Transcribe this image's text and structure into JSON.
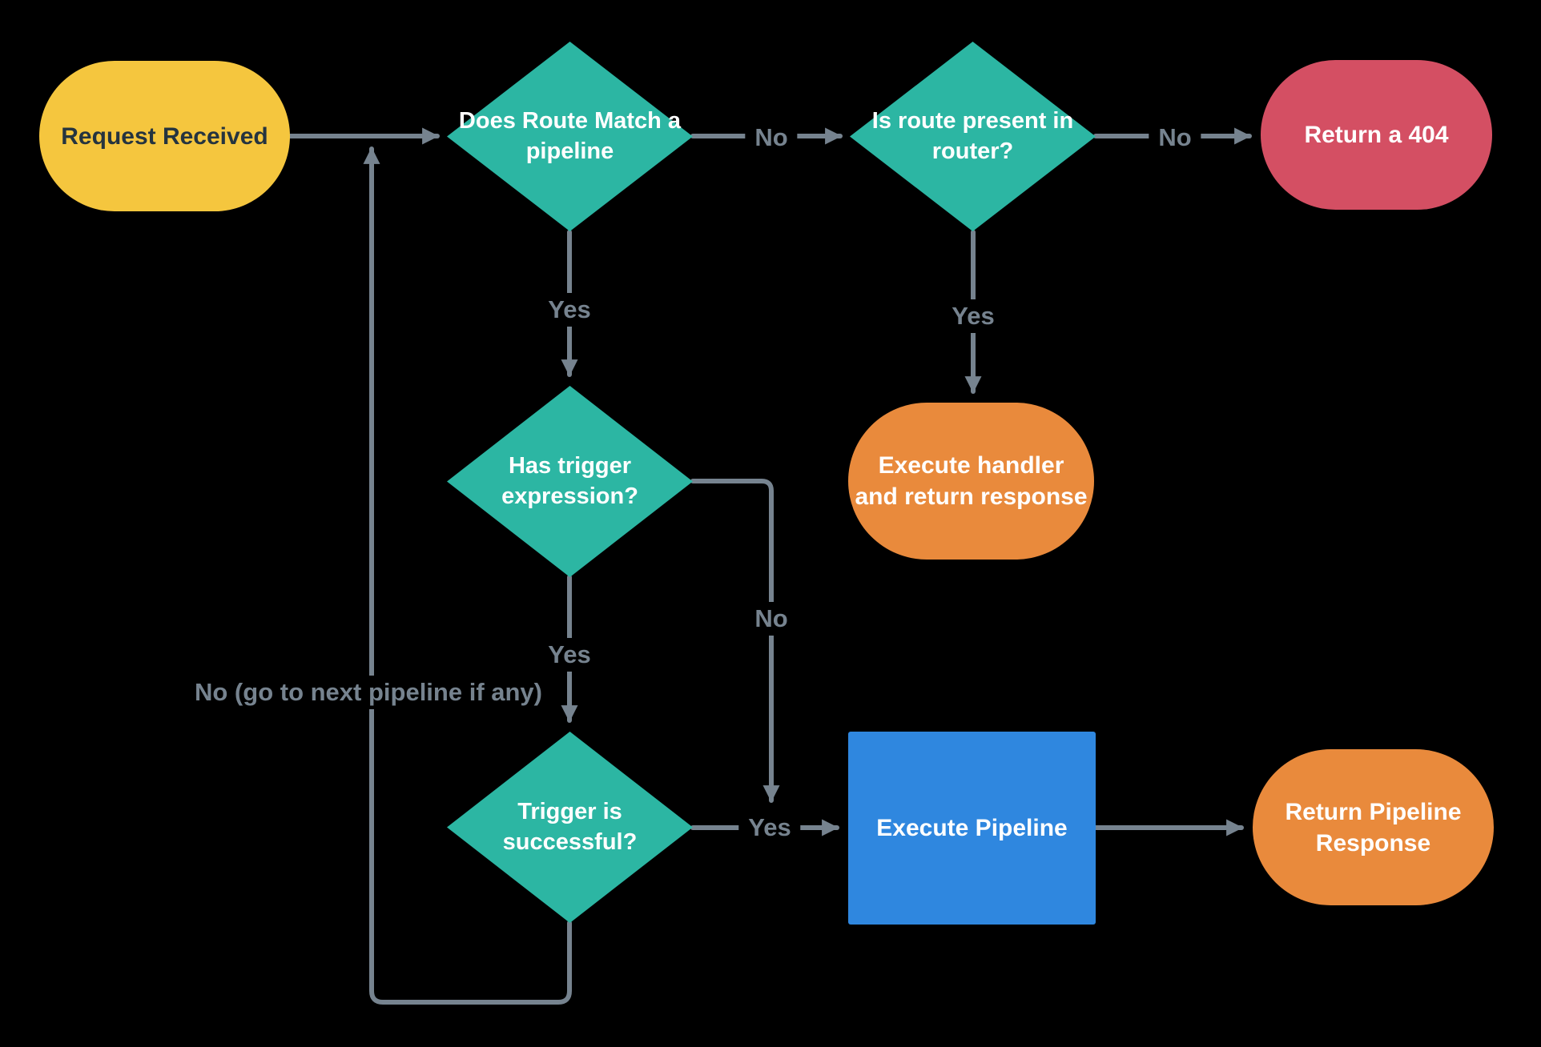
{
  "palette": {
    "background": "#000000",
    "terminator_yellow": "#F5C63E",
    "decision_teal": "#2CB6A3",
    "terminator_red": "#D44F63",
    "terminator_orange": "#E98A3C",
    "process_blue": "#2F87DF",
    "edge_gray": "#76838F",
    "dark_text": "#25343F"
  },
  "nodes": {
    "request_received": {
      "label": "Request Received",
      "shape": "pill",
      "color": "#F5C63E"
    },
    "route_match": {
      "label": "Does Route Match a\npipeline",
      "shape": "diamond",
      "color": "#2CB6A3"
    },
    "route_present": {
      "label": "Is route present in\nrouter?",
      "shape": "diamond",
      "color": "#2CB6A3"
    },
    "return_404": {
      "label": "Return a 404",
      "shape": "pill",
      "color": "#D44F63"
    },
    "has_trigger": {
      "label": "Has trigger\nexpression?",
      "shape": "diamond",
      "color": "#2CB6A3"
    },
    "execute_handler": {
      "label": "Execute handler\nand return response",
      "shape": "pill",
      "color": "#E98A3C"
    },
    "trigger_successful": {
      "label": "Trigger is\nsuccessful?",
      "shape": "diamond",
      "color": "#2CB6A3"
    },
    "execute_pipeline": {
      "label": "Execute Pipeline",
      "shape": "rect",
      "color": "#2F87DF"
    },
    "return_pipeline_response": {
      "label": "Return Pipeline\nResponse",
      "shape": "pill",
      "color": "#E98A3C"
    }
  },
  "edge_labels": {
    "route_match_no": "No",
    "route_present_no": "No",
    "route_match_yes": "Yes",
    "route_present_yes": "Yes",
    "has_trigger_yes": "Yes",
    "has_trigger_no": "No",
    "trigger_successful_yes": "Yes",
    "trigger_loop_no": "No (go to next pipeline if any)"
  }
}
